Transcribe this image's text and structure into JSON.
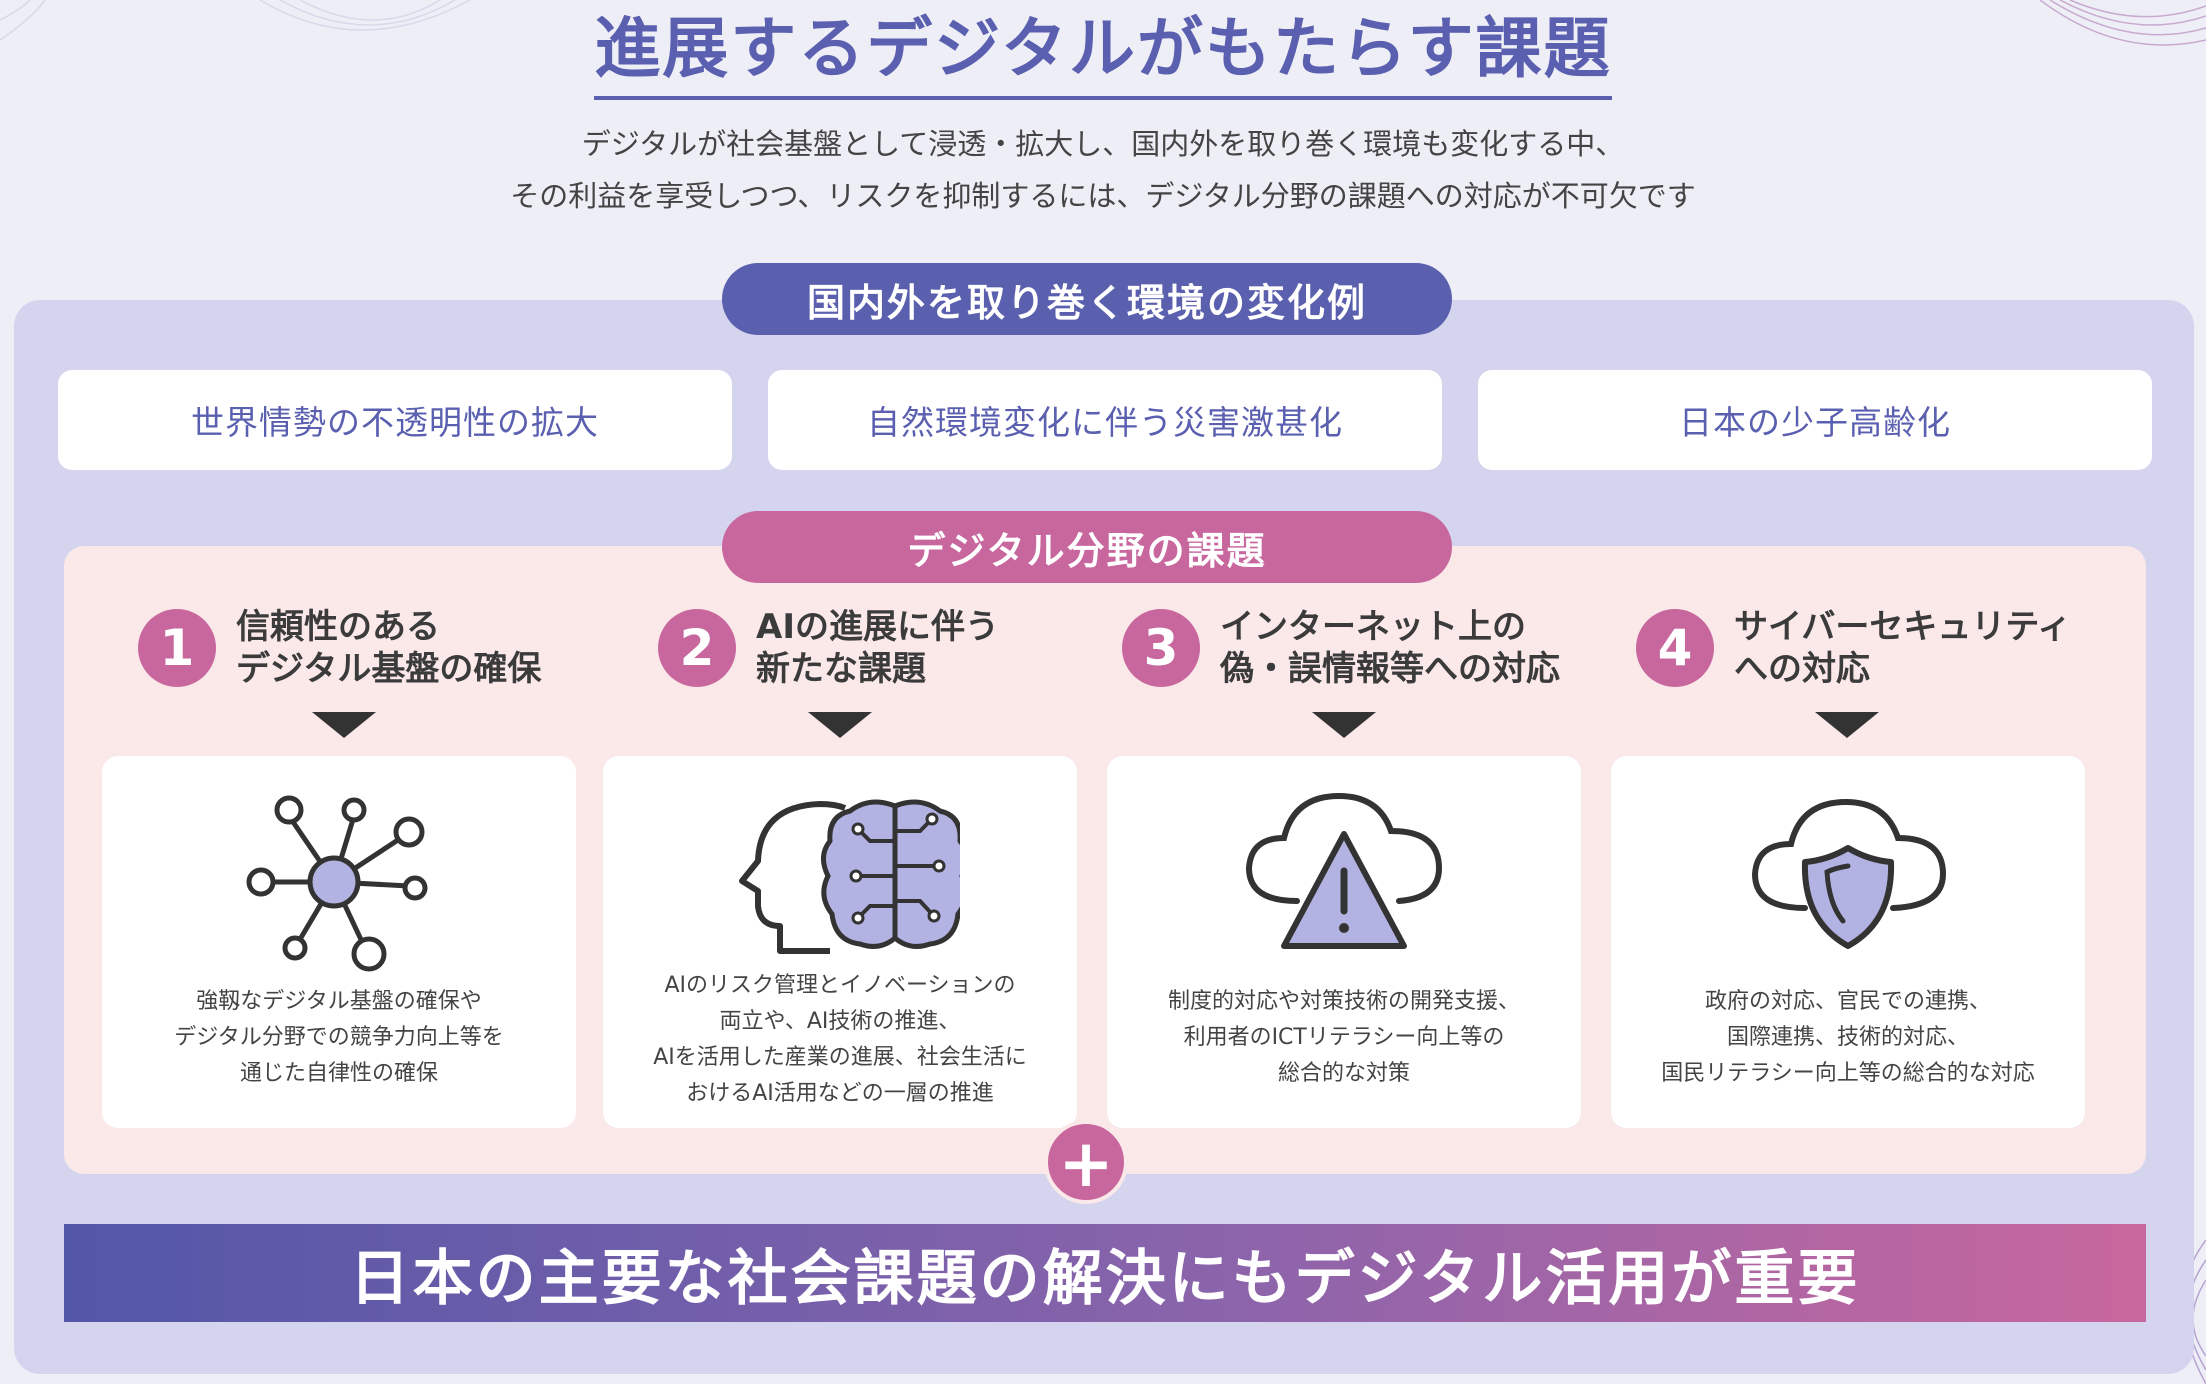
{
  "header": {
    "title": "進展するデジタルがもたらす課題",
    "subtitle_lines": [
      "デジタルが社会基盤として浸透・拡大し、国内外を取り巻く環境も変化する中、",
      "その利益を享受しつつ、リスクを抑制するには、デジタル分野の課題への対応が不可欠です"
    ]
  },
  "environment": {
    "label": "国内外を取り巻く環境の変化例",
    "items": [
      "世界情勢の不透明性の拡大",
      "自然環境変化に伴う災害激甚化",
      "日本の少子高齢化"
    ]
  },
  "issues": {
    "label": "デジタル分野の課題",
    "items": [
      {
        "number": "1",
        "title_lines": [
          "信頼性のある",
          "デジタル基盤の確保"
        ],
        "icon": "network-hub-icon",
        "desc_lines": [
          "強靱なデジタル基盤の確保や",
          "デジタル分野での競争力向上等を",
          "通じた自律性の確保"
        ]
      },
      {
        "number": "2",
        "title_lines": [
          "AIの進展に伴う",
          "新たな課題"
        ],
        "icon": "ai-brain-icon",
        "desc_lines": [
          "AIのリスク管理とイノベーションの",
          "両立や、AI技術の推進、",
          "AIを活用した産業の進展、社会生活に",
          "おけるAI活用などの一層の推進"
        ]
      },
      {
        "number": "3",
        "title_lines": [
          "インターネット上の",
          "偽・誤情報等への対応"
        ],
        "icon": "cloud-warning-icon",
        "desc_lines": [
          "制度的対応や対策技術の開発支援、",
          "利用者のICTリテラシー向上等の",
          "総合的な対策"
        ]
      },
      {
        "number": "4",
        "title_lines": [
          "サイバーセキュリティ",
          "への対応"
        ],
        "icon": "cloud-shield-icon",
        "desc_lines": [
          "政府の対応、官民での連携、",
          "国際連携、技術的対応、",
          "国民リテラシー向上等の総合的な対応"
        ]
      }
    ]
  },
  "plus_symbol": "+",
  "conclusion": "日本の主要な社会課題の解決にもデジタル活用が重要",
  "colors": {
    "blue": "#5a5fae",
    "pink": "#c8679e",
    "icon_fill": "#b3b3e3",
    "panel": "#d4d4ef",
    "pink_panel": "#fbe9ea"
  }
}
